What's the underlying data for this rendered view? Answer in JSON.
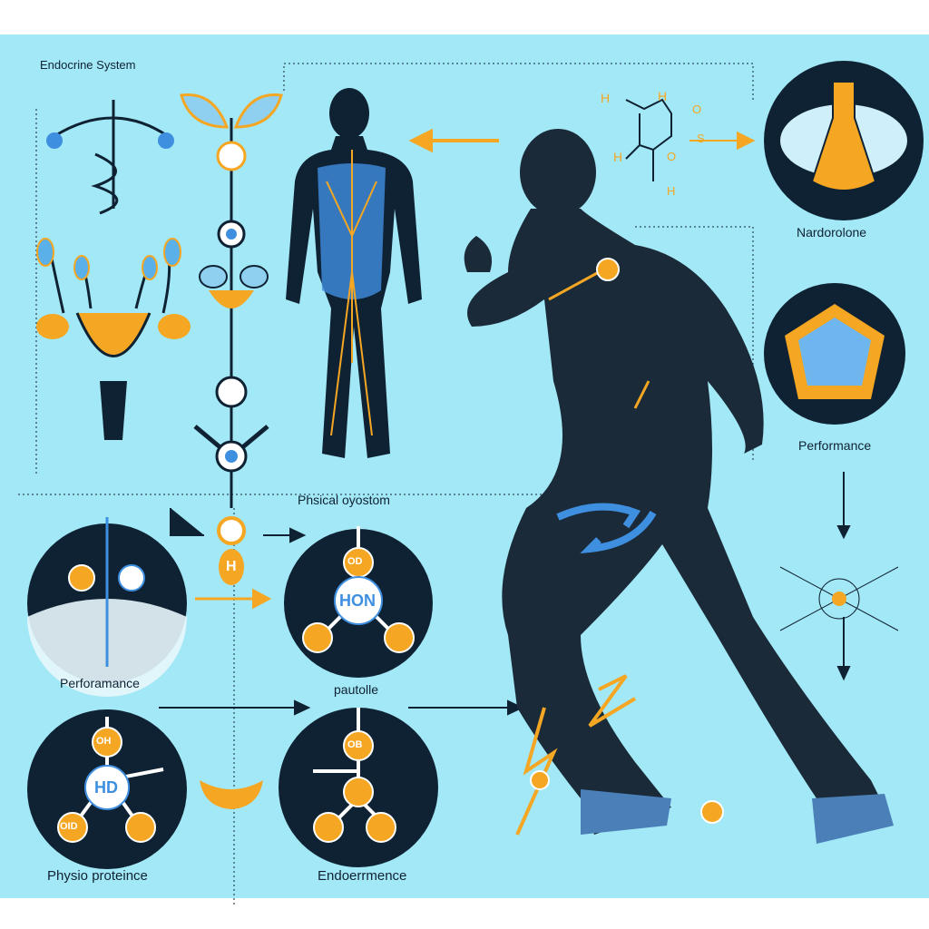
{
  "title": "Endocrine System",
  "labels": {
    "nandrolone": "Nardorolone",
    "performance_right": "Performance",
    "physical_system": "Phsical oyostom",
    "performance_left": "Perforamance",
    "pautolle": "pautolle",
    "physio": "Physio proteince",
    "endurance": "Endoerrmence"
  },
  "nodes": {
    "hon": "HON",
    "hd": "HD",
    "h": "H",
    "od": "OD",
    "ob": "OB",
    "oh": "OH",
    "oid": "OID"
  },
  "molecule": {
    "h1": "H",
    "h2": "H",
    "o1": "O",
    "s": "S",
    "o2": "O",
    "h3": "H",
    "h4": "H"
  },
  "colors": {
    "background": "#a3e8f6",
    "dark": "#0f2233",
    "accent": "#f5a623",
    "blue": "#3f8fe0"
  }
}
